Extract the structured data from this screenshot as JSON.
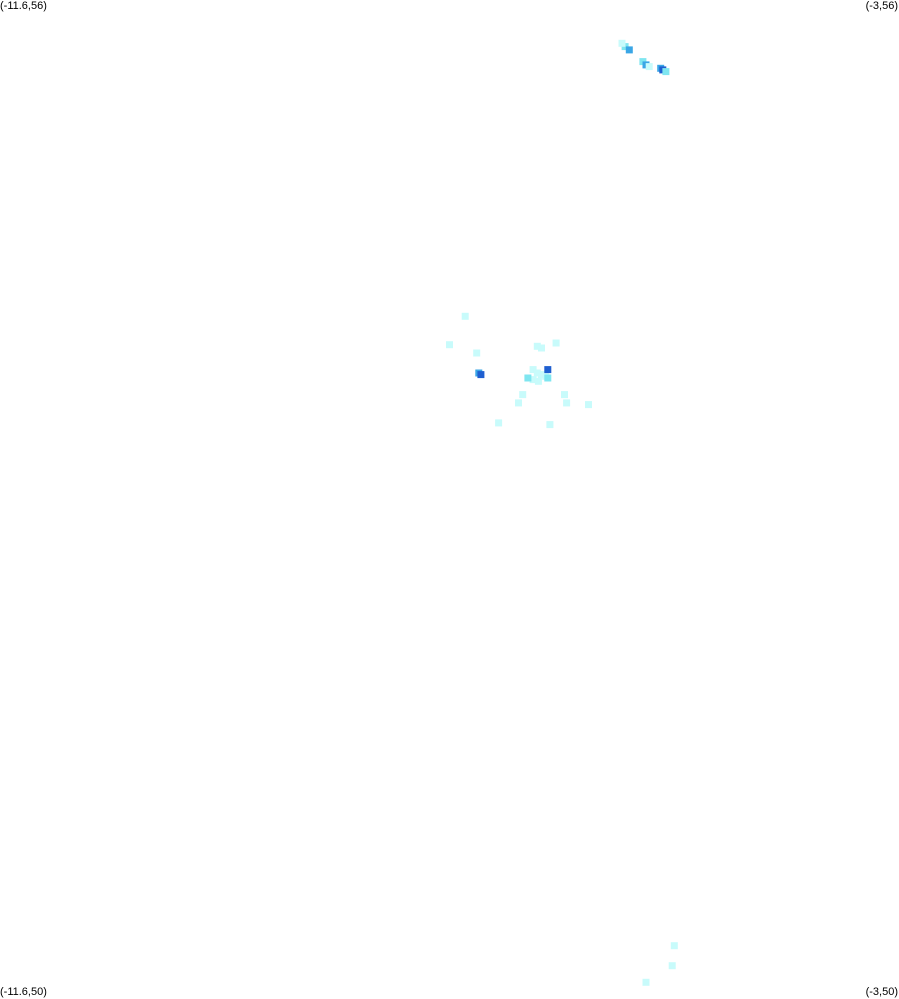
{
  "corners": {
    "top_left": "(-11.6,56)",
    "top_right": "(-3,56)",
    "bottom_left": "(-11.6,50)",
    "bottom_right": "(-3,50)"
  },
  "bounds": {
    "lon_min": -11.6,
    "lon_max": -3,
    "lat_min": 50,
    "lat_max": 56
  },
  "colors": {
    "background": "#ffffff",
    "low": "#c8fbfb",
    "mid": "#7fe6f0",
    "high": "#3aa6e6",
    "peak": "#1f5fd0"
  },
  "cells": [
    {
      "lon": -5.62,
      "lat": 55.72,
      "level": "mid"
    },
    {
      "lon": -5.65,
      "lat": 55.74,
      "level": "low"
    },
    {
      "lon": -5.58,
      "lat": 55.7,
      "level": "high"
    },
    {
      "lon": -5.45,
      "lat": 55.63,
      "level": "mid"
    },
    {
      "lon": -5.42,
      "lat": 55.61,
      "level": "high"
    },
    {
      "lon": -5.39,
      "lat": 55.6,
      "level": "low"
    },
    {
      "lon": -5.28,
      "lat": 55.59,
      "level": "high"
    },
    {
      "lon": -5.26,
      "lat": 55.58,
      "level": "peak"
    },
    {
      "lon": -5.23,
      "lat": 55.57,
      "level": "mid"
    },
    {
      "lon": -7.15,
      "lat": 54.1,
      "level": "low"
    },
    {
      "lon": -7.3,
      "lat": 53.93,
      "level": "low"
    },
    {
      "lon": -7.04,
      "lat": 53.88,
      "level": "low"
    },
    {
      "lon": -7.02,
      "lat": 53.76,
      "level": "high"
    },
    {
      "lon": -7.0,
      "lat": 53.75,
      "level": "peak"
    },
    {
      "lon": -6.46,
      "lat": 53.92,
      "level": "low"
    },
    {
      "lon": -6.42,
      "lat": 53.91,
      "level": "low"
    },
    {
      "lon": -6.28,
      "lat": 53.94,
      "level": "low"
    },
    {
      "lon": -6.5,
      "lat": 53.78,
      "level": "low"
    },
    {
      "lon": -6.46,
      "lat": 53.76,
      "level": "low"
    },
    {
      "lon": -6.42,
      "lat": 53.75,
      "level": "low"
    },
    {
      "lon": -6.38,
      "lat": 53.74,
      "level": "low"
    },
    {
      "lon": -6.5,
      "lat": 53.72,
      "level": "low"
    },
    {
      "lon": -6.45,
      "lat": 53.71,
      "level": "low"
    },
    {
      "lon": -6.36,
      "lat": 53.78,
      "level": "peak"
    },
    {
      "lon": -6.36,
      "lat": 53.73,
      "level": "mid"
    },
    {
      "lon": -6.55,
      "lat": 53.73,
      "level": "mid"
    },
    {
      "lon": -6.6,
      "lat": 53.63,
      "level": "low"
    },
    {
      "lon": -6.64,
      "lat": 53.58,
      "level": "low"
    },
    {
      "lon": -6.2,
      "lat": 53.63,
      "level": "low"
    },
    {
      "lon": -6.18,
      "lat": 53.58,
      "level": "low"
    },
    {
      "lon": -5.97,
      "lat": 53.57,
      "level": "low"
    },
    {
      "lon": -6.83,
      "lat": 53.46,
      "level": "low"
    },
    {
      "lon": -6.34,
      "lat": 53.45,
      "level": "low"
    },
    {
      "lon": -5.15,
      "lat": 50.32,
      "level": "low"
    },
    {
      "lon": -5.17,
      "lat": 50.2,
      "level": "low"
    },
    {
      "lon": -5.42,
      "lat": 50.1,
      "level": "low"
    }
  ]
}
